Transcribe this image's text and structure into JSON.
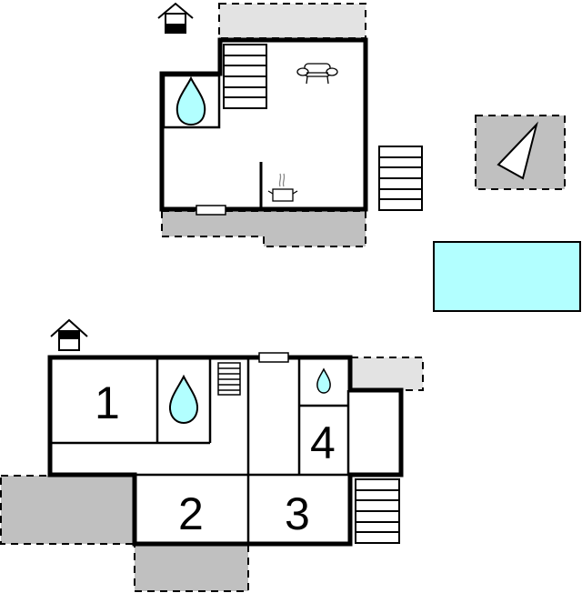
{
  "colors": {
    "wall": "#000000",
    "terrace_gray": "#c0c0c0",
    "terrace_light": "#e3e3e3",
    "water": "#b2ffff",
    "background": "#ffffff"
  },
  "upper_floor": {
    "icons": [
      "house-floor-icon",
      "water-drop-icon",
      "staircase-icon",
      "armchair-icon",
      "cooking-pot-icon",
      "window-icon"
    ]
  },
  "outdoor": {
    "icons": [
      "staircase-icon",
      "compass-pointer-icon",
      "swimming-pool"
    ]
  },
  "lower_floor": {
    "rooms": [
      {
        "id": "room-1",
        "label": "1"
      },
      {
        "id": "room-2",
        "label": "2"
      },
      {
        "id": "room-3",
        "label": "3"
      },
      {
        "id": "room-4",
        "label": "4"
      }
    ],
    "icons": [
      "house-floor-icon",
      "water-drop-icon",
      "small-water-drop-icon",
      "staircase-icon",
      "window-icon"
    ]
  }
}
